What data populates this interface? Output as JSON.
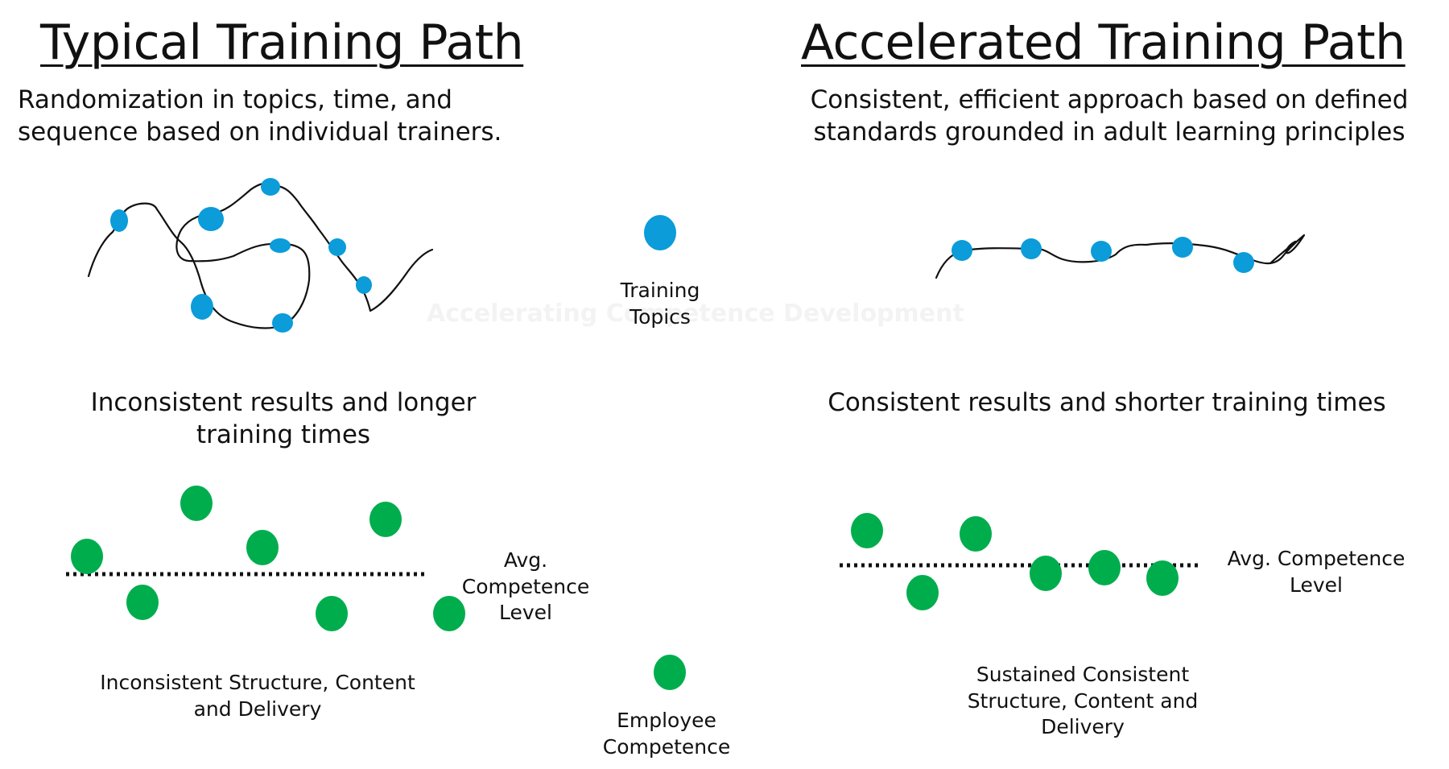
{
  "left": {
    "title": "Typical Training Path",
    "subtitle_line1": "Randomization in topics, time, and",
    "subtitle_line2": "sequence based on individual trainers.",
    "result_line1": "Inconsistent results and longer",
    "result_line2": "training times",
    "avg_line1": "Avg.",
    "avg_line2": "Competence",
    "avg_line3": "Level",
    "bottom_line1": "Inconsistent Structure, Content",
    "bottom_line2": "and Delivery"
  },
  "right": {
    "title": "Accelerated Training Path",
    "subtitle_line1": "Consistent, efficient approach based on defined",
    "subtitle_line2": "standards grounded in adult learning principles",
    "result": "Consistent results and shorter training times",
    "avg_line1": "Avg. Competence",
    "avg_line2": "Level",
    "bottom_line1": "Sustained Consistent",
    "bottom_line2": "Structure, Content and",
    "bottom_line3": "Delivery"
  },
  "legend": {
    "topics_line1": "Training",
    "topics_line2": "Topics",
    "competence_line1": "Employee",
    "competence_line2": "Competence"
  },
  "watermark": "Accelerating Competence Development",
  "colors": {
    "topic_dot": "#0B9CD9",
    "competence_dot": "#00AD4D",
    "ink": "#111111"
  }
}
